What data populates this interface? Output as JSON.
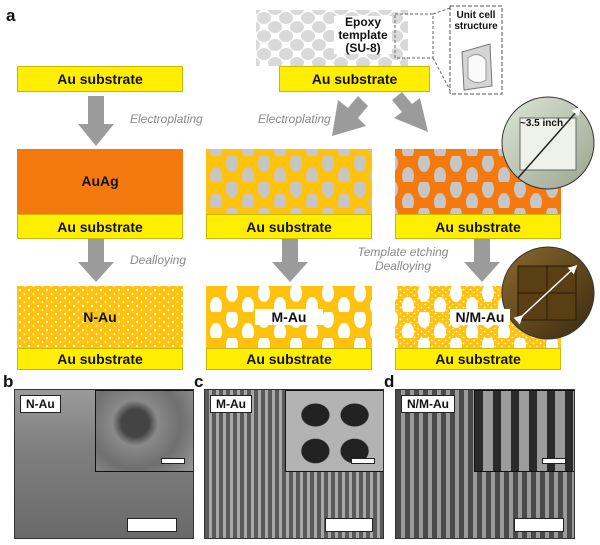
{
  "panels": {
    "a": "a",
    "b": "b",
    "c": "c",
    "d": "d"
  },
  "substrate_label": "Au substrate",
  "template": {
    "line1": "Epoxy",
    "line2": "template",
    "line3": "(SU-8)"
  },
  "unit_cell": {
    "line1": "Unit cell",
    "line2": "structure"
  },
  "steps": {
    "electroplating": "Electroplating",
    "dealloying": "Dealloying",
    "template_etching": "Template etching",
    "dealloying2": "Dealloying"
  },
  "layers": {
    "auag": "AuAg",
    "nau": "N-Au",
    "mau": "M-Au",
    "nmau": "N/M-Au"
  },
  "photo_label": "~3.5 inch",
  "sem_tags": {
    "b": "N-Au",
    "c": "M-Au",
    "d": "N/M-Au"
  },
  "colors": {
    "substrate": "#ffee00",
    "auag": "#f47a10",
    "porous": "#ffc20e",
    "pore": "#c8c8c8",
    "arrow": "#9b9b9b"
  }
}
